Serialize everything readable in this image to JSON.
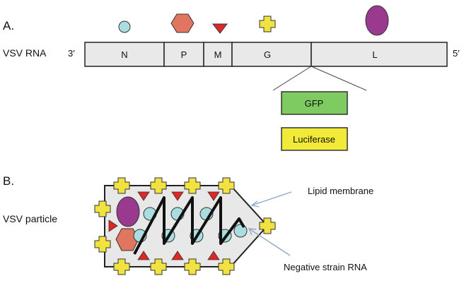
{
  "panelA": {
    "label": "A.",
    "row_label": "VSV RNA",
    "end_3": "3′",
    "end_5": "5′",
    "genes": [
      {
        "name": "N",
        "protein_shape": "circle",
        "color": "#a9dde0"
      },
      {
        "name": "P",
        "protein_shape": "hexagon",
        "color": "#e07560"
      },
      {
        "name": "M",
        "protein_shape": "triangle",
        "color": "#e02727"
      },
      {
        "name": "G",
        "protein_shape": "cross",
        "color": "#f1e23f"
      },
      {
        "name": "L",
        "protein_shape": "ellipse",
        "color": "#993a8f"
      }
    ],
    "inserts": [
      {
        "label": "GFP",
        "color": "#7ecc61"
      },
      {
        "label": "Luciferase",
        "color": "#f2ea38"
      }
    ]
  },
  "panelB": {
    "label": "B.",
    "row_label": "VSV particle",
    "annotations": [
      "Lipid membrane",
      "Negative strain RNA"
    ],
    "fill_color": "#e8e8e8"
  }
}
